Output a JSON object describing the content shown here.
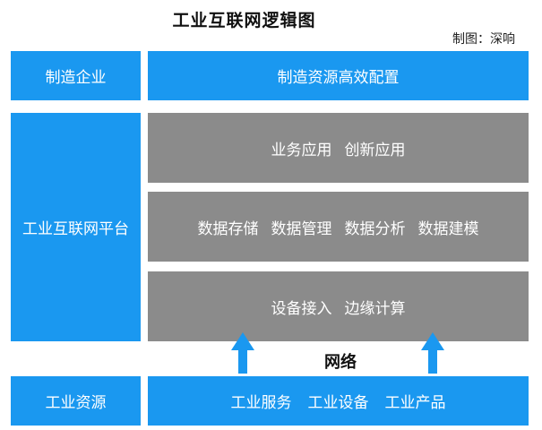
{
  "title": "工业互联网逻辑图",
  "credit": "制图：深响",
  "left_column": {
    "manufacturing": "制造企业",
    "platform": "工业互联网平台",
    "resources": "工业资源"
  },
  "top_bar": "制造资源高效配置",
  "platform_layers": {
    "application": [
      "业务应用",
      "创新应用"
    ],
    "data": [
      "数据存储",
      "数据管理",
      "数据分析",
      "数据建模"
    ],
    "access": [
      "设备接入",
      "边缘计算"
    ]
  },
  "network_label": "网络",
  "bottom_bar": [
    "工业服务",
    "工业设备",
    "工业产品"
  ],
  "colors": {
    "blue": "#1a98f0",
    "gray": "#8b8b8b"
  }
}
